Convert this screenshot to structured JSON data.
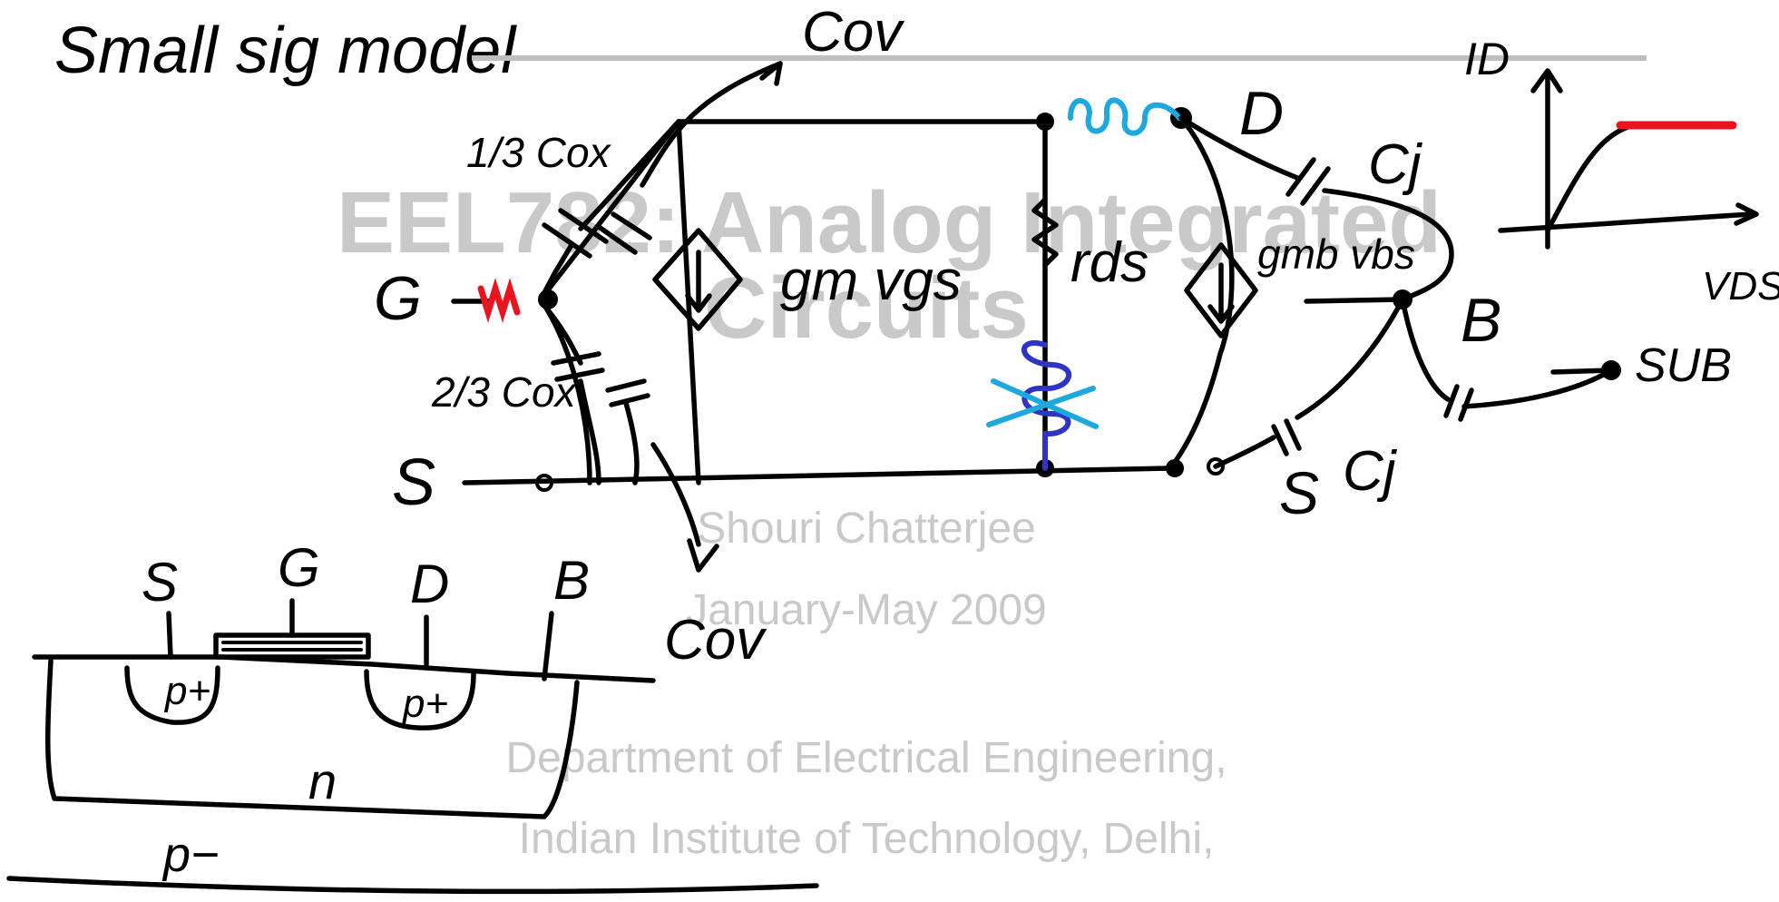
{
  "slide": {
    "title": "EEL782: Analog Integrated",
    "title_line2": "Circuits",
    "author": "Shouri Chatterjee",
    "date": "January-May 2009",
    "dept_line1": "Department of Electrical Engineering,",
    "dept_line2": "Indian Institute of Technology, Delhi,"
  },
  "notes": {
    "heading": "Small sig model",
    "cov_top": "Cov",
    "cov_bottom": "Cov",
    "cox_third": "1/3 Cox",
    "cox_two_third": "2/3 Cox",
    "gate": "G",
    "source_left": "S",
    "source_right": "S",
    "drain": "D",
    "bulk": "B",
    "gm": "gm vgs",
    "rds": "rds",
    "gmb": "gmb vbs",
    "cj_top": "Cj",
    "cj_bottom": "Cj",
    "sub": "SUB",
    "plot_y": "ID",
    "plot_x": "VDS",
    "xs_s": "S",
    "xs_g": "G",
    "xs_d": "D",
    "xs_b": "B",
    "xs_pplus_left": "p+",
    "xs_pplus_right": "p+",
    "xs_nwell": "n",
    "xs_sub": "p−"
  },
  "colors": {
    "ink": "#000000",
    "watermark": "#c9c9c9",
    "red_mark": "#e8141e",
    "cyan_mark": "#1ea8e0",
    "blue_mark": "#2f34c4"
  }
}
